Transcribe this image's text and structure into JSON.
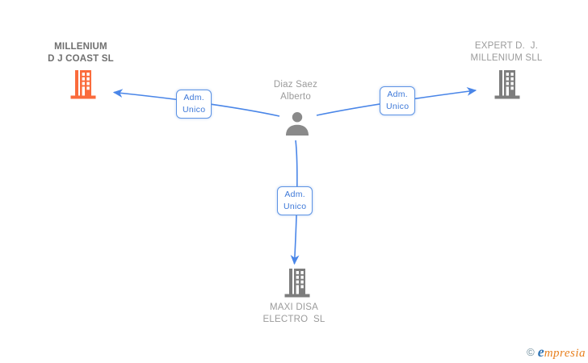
{
  "diagram": {
    "person": {
      "name": "Diaz Saez\nAlberto"
    },
    "companies": [
      {
        "name": "MILLENIUM\nD J COAST SL",
        "highlighted": true
      },
      {
        "name": "EXPERT D.  J.\nMILLENIUM SLL",
        "highlighted": false
      },
      {
        "name": "MAXI DISA\nELECTRO  SL",
        "highlighted": false
      }
    ],
    "edges": [
      {
        "from": "Diaz Saez Alberto",
        "to": "MILLENIUM D J COAST SL",
        "label": "Adm.\nUnico"
      },
      {
        "from": "Diaz Saez Alberto",
        "to": "EXPERT D. J. MILLENIUM SLL",
        "label": "Adm.\nUnico"
      },
      {
        "from": "Diaz Saez Alberto",
        "to": "MAXI DISA ELECTRO SL",
        "label": "Adm.\nUnico"
      }
    ]
  },
  "watermark": {
    "copyright": "©",
    "brand_first": "e",
    "brand_rest": "mpresia"
  },
  "colors": {
    "edge_blue": "#4a86e8",
    "edge_label_text": "#3d78d8",
    "edge_label_border": "#5e94e4",
    "company_text_gray": "#9b9b9b",
    "highlight_text_gray": "#6f6f6f",
    "building_gray": "#7d7d7d",
    "building_highlight_orange": "#fa6b3c",
    "person_gray": "#8a8a8a",
    "watermark_blue": "#2f74b5",
    "watermark_orange": "#e8801f",
    "watermark_copyright": "#6d8d9c"
  }
}
